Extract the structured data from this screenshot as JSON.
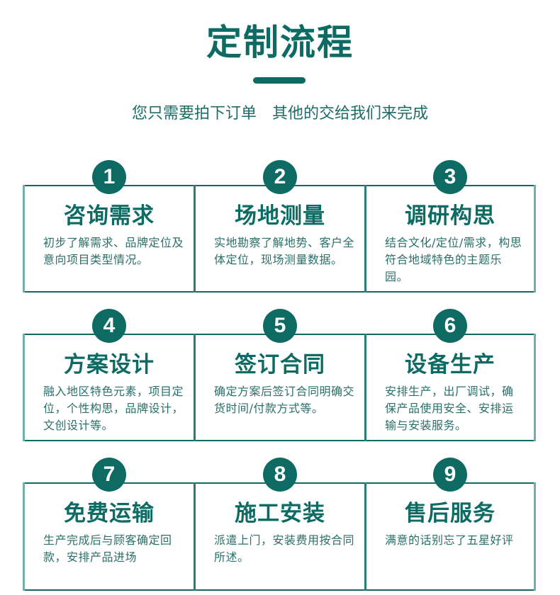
{
  "header": {
    "title": "定制流程",
    "subtitle": "您只需要拍下订单　其他的交给我们来完成"
  },
  "colors": {
    "primary": "#0d6b63",
    "border_light": "#72aeaa",
    "text": "#2a6f6a",
    "background": "#ffffff"
  },
  "steps": [
    {
      "number": "1",
      "title": "咨询需求",
      "description": "初步了解需求、品牌定位及意向项目类型情况。"
    },
    {
      "number": "2",
      "title": "场地测量",
      "description": "实地勘察了解地势、客户全体定位，现场测量数据。"
    },
    {
      "number": "3",
      "title": "调研构思",
      "description": "结合文化/定位/需求，构思符合地域特色的主题乐园。"
    },
    {
      "number": "4",
      "title": "方案设计",
      "description": "融入地区特色元素，项目定位，个性构思，品牌设计，文创设计等。"
    },
    {
      "number": "5",
      "title": "签订合同",
      "description": "确定方案后签订合同明确交货时间/付款方式等。"
    },
    {
      "number": "6",
      "title": "设备生产",
      "description": "安排生产，出厂调试，确保产品使用安全、安排运输与安装服务。"
    },
    {
      "number": "7",
      "title": "免费运输",
      "description": "生产完成后与顾客确定回款，安排产品进场"
    },
    {
      "number": "8",
      "title": "施工安装",
      "description": "派遣上门，安装费用按合同所述。"
    },
    {
      "number": "9",
      "title": "售后服务",
      "description": "满意的话别忘了五星好评"
    }
  ]
}
